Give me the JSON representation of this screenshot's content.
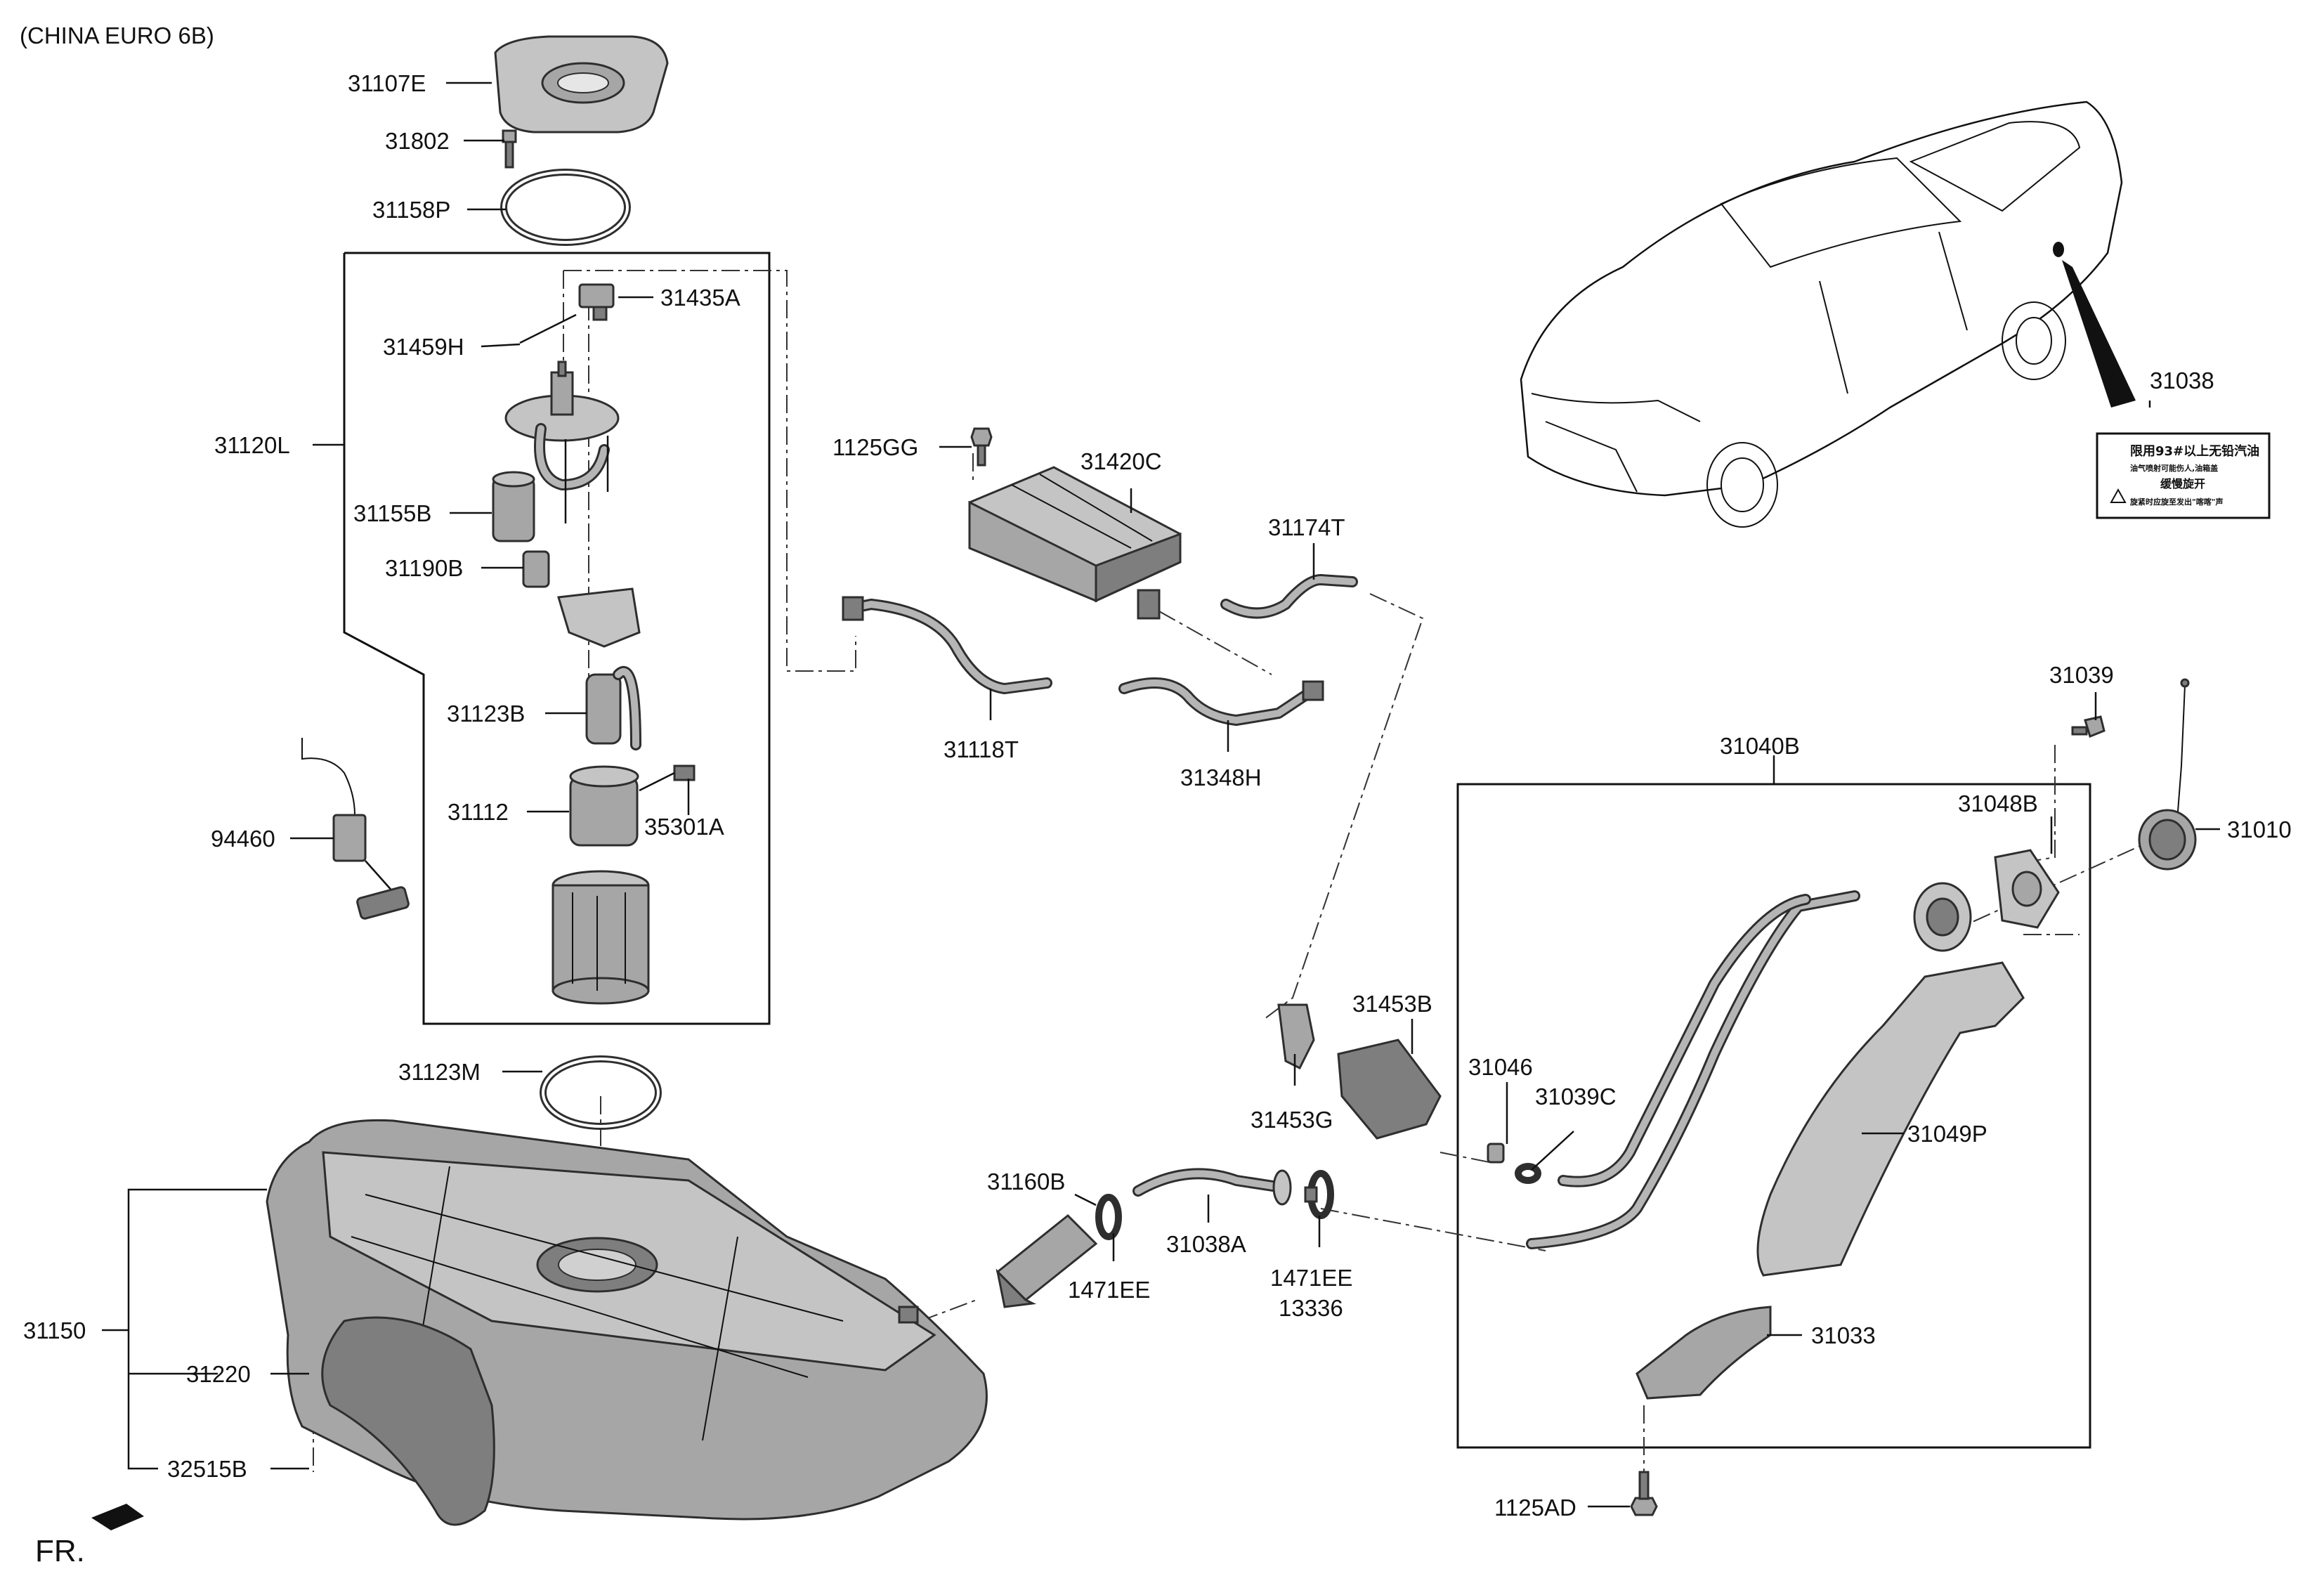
{
  "diagram": {
    "header": "(CHINA EURO 6B)",
    "front_marker": "FR.",
    "warning_label": {
      "line1": "限用93#以上无铅汽油",
      "line2": "油气喷射可能伤人,油箱盖",
      "line3": "缓慢旋开",
      "line4": "旋紧时应旋至发出\"喀喀\"声"
    },
    "labels": {
      "p31107E": "31107E",
      "p31802": "31802",
      "p31158P": "31158P",
      "p31435A": "31435A",
      "p31459H": "31459H",
      "p31120L": "31120L",
      "p31155B": "31155B",
      "p31190B": "31190B",
      "p31123B": "31123B",
      "p31112": "31112",
      "p35301A": "35301A",
      "p94460": "94460",
      "p31123M": "31123M",
      "p31150": "31150",
      "p31220": "31220",
      "p32515B": "32515B",
      "p1125GG": "1125GG",
      "p31420C": "31420C",
      "p31174T": "31174T",
      "p31118T": "31118T",
      "p31348H": "31348H",
      "p31038": "31038",
      "p31039": "31039",
      "p31040B": "31040B",
      "p31048B": "31048B",
      "p31010": "31010",
      "p31453B": "31453B",
      "p31046": "31046",
      "p31039C": "31039C",
      "p31453G": "31453G",
      "p31049P": "31049P",
      "p31160B": "31160B",
      "p31038A": "31038A",
      "p1471EE_a": "1471EE",
      "p1471EE_b": "1471EE",
      "p13336": "13336",
      "p31033": "31033",
      "p1125AD": "1125AD"
    }
  }
}
